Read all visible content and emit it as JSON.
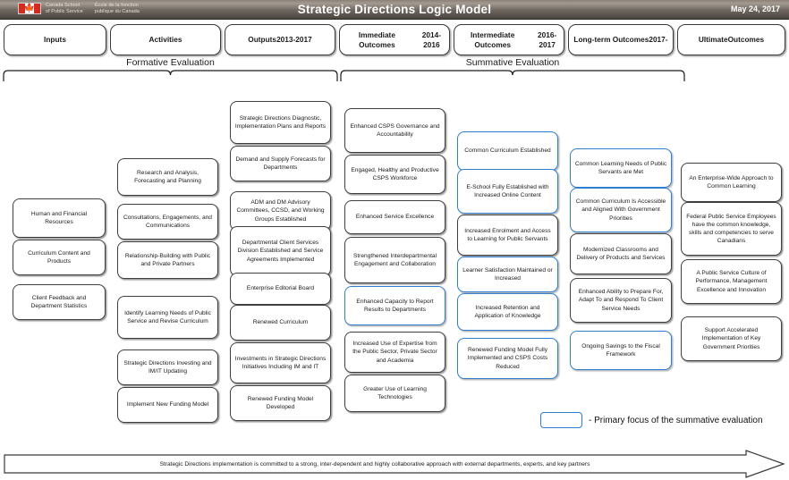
{
  "banner": {
    "title": "Strategic Directions Logic Model",
    "date": "May 24, 2017",
    "wordmark_en_1": "Canada School",
    "wordmark_en_2": "of Public Service",
    "wordmark_fr_1": "École de la fonction",
    "wordmark_fr_2": "publique du Canada",
    "colors": {
      "gradient_dark": "#4a443f",
      "gradient_light": "#a39a91",
      "flag_red": "#d52b1e"
    }
  },
  "column_headers": [
    {
      "line1": "Inputs",
      "line2": ""
    },
    {
      "line1": "Activities",
      "line2": ""
    },
    {
      "line1": "Outputs",
      "line2": "2013-2017"
    },
    {
      "line1": "Immediate Outcomes",
      "line2": "2014-2016"
    },
    {
      "line1": "Intermediate Outcomes",
      "line2": "2016-2017"
    },
    {
      "line1": "Long-term Outcomes",
      "line2": "2017-"
    },
    {
      "line1": "Ultimate",
      "line2": "Outcomes"
    }
  ],
  "bands": [
    {
      "label": "Formative Evaluation"
    },
    {
      "label": "Summative Evaluation"
    }
  ],
  "columns": {
    "inputs": [
      "Human and Financial Resources",
      "Curriculum Content and Products",
      "Client Feedback and Department Statistics"
    ],
    "activities": [
      "Research and Analysis, Forecasting and Planning",
      "Consultations, Engagements, and Communications",
      "Relationship-Building with Public and Private Partners",
      "Identify Learning Needs of Public Service and Revise Curriculum",
      "Strategic Directions Investing and IM/IT Updating",
      "Implement New Funding Model"
    ],
    "outputs": [
      "Strategic Directions Diagnostic, Implementation Plans and Reports",
      "Demand and Supply Forecasts for Departments",
      "ADM and DM Advisory Committees, CCSD, and Working Groups Established",
      "Departmental Client Services Division Established and Service Agreements Implemented",
      "Enterprise Editorial Board",
      "Renewed Curriculum",
      "Investments in Strategic Directions Initiatives Including IM and IT",
      "Renewed Funding Model Developed"
    ],
    "immediate_outcomes": [
      "Enhanced CSPS Governance and Accountability",
      "Engaged, Healthy and Productive CSPS Workforce",
      "Enhanced Service Excellence",
      "Strengthened Interdepartmental Engagement and Collaboration",
      "Enhanced Capacity to Report Results to Departments",
      "Increased Use of Expertise from the Public Sector, Private Sector and Academia",
      "Greater Use of Learning Technologies"
    ],
    "intermediate_outcomes": [
      "Common Curriculum Established",
      "E-School Fully Established with Increased Online Content",
      "Increased Enrolment and Access to Learning for Public Servants",
      "Learner Satisfaction Maintained or Increased",
      "Increased Retention and Application of Knowledge",
      "Renewed Funding Model Fully Implemented and CSPS Costs Reduced"
    ],
    "long_term_outcomes": [
      "Common Learning Needs of Public Servants are Met",
      "Common Curriculum Is Accessible  and Aligned With Government Priorities",
      "Modernized Classrooms and Delivery of Products and Services",
      "Enhanced Ability to Prepare For, Adapt To and Respond To Client Service Needs",
      "Ongoing Savings to the Fiscal Framework"
    ],
    "ultimate_outcomes": [
      "An Enterprise-Wide Approach to Common Learning",
      "Federal Public Service Employees have the common knowledge, skills and competencies to serve Canadians",
      "A Public Service Culture of Performance, Management Excellence and Innovation",
      "Support Accelerated Implementation of Key Government Priorities"
    ]
  },
  "legend": {
    "text": "- Primary focus of the summative evaluation",
    "highlight_color": "#2f7fd0"
  },
  "footer_arrow": {
    "text": "Strategic Directions implementation is committed to a strong, inter-dependent and highly collaborative approach with external departments, experts, and key partners"
  }
}
